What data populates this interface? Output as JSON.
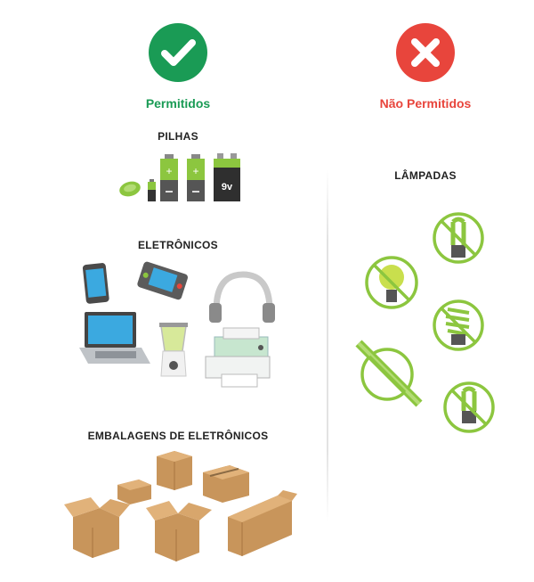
{
  "allowed": {
    "title": "Permitidos",
    "color": "#1a9b55",
    "icon": "check-icon",
    "sections": {
      "batteries": {
        "title": "PILHAS",
        "battery_label": "9v"
      },
      "electronics": {
        "title": "ELETRÔNICOS"
      },
      "packaging": {
        "title": "EMBALAGENS DE ELETRÔNICOS"
      }
    }
  },
  "not_allowed": {
    "title": "Não Permitidos",
    "color": "#e8453c",
    "icon": "x-icon",
    "sections": {
      "lamps": {
        "title": "LÂMPADAS"
      }
    }
  },
  "colors": {
    "lamp_green": "#8cc63f",
    "box_brown": "#c8955b",
    "text_dark": "#222222"
  }
}
